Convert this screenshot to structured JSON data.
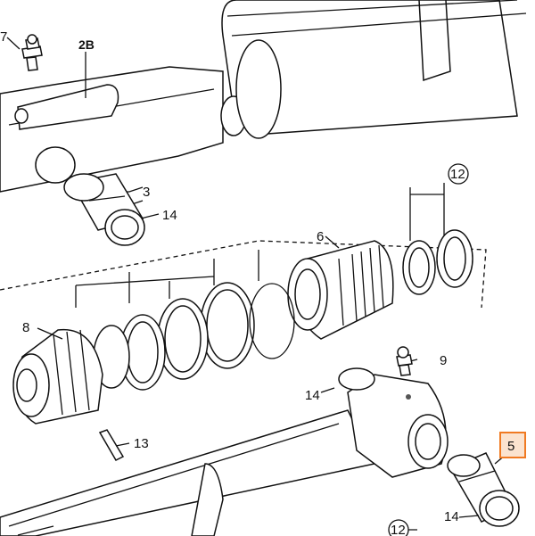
{
  "diagram": {
    "callouts": {
      "c7": "7",
      "c2b": "2B",
      "c3": "3",
      "c14a": "14",
      "c12a": "12",
      "c6": "6",
      "c8": "8",
      "c9": "9",
      "c14b": "14",
      "c13": "13",
      "c5": "5",
      "c14c": "14",
      "c12b": "12"
    },
    "highlight_color": "#f07a22",
    "highlighted_part": "5"
  }
}
